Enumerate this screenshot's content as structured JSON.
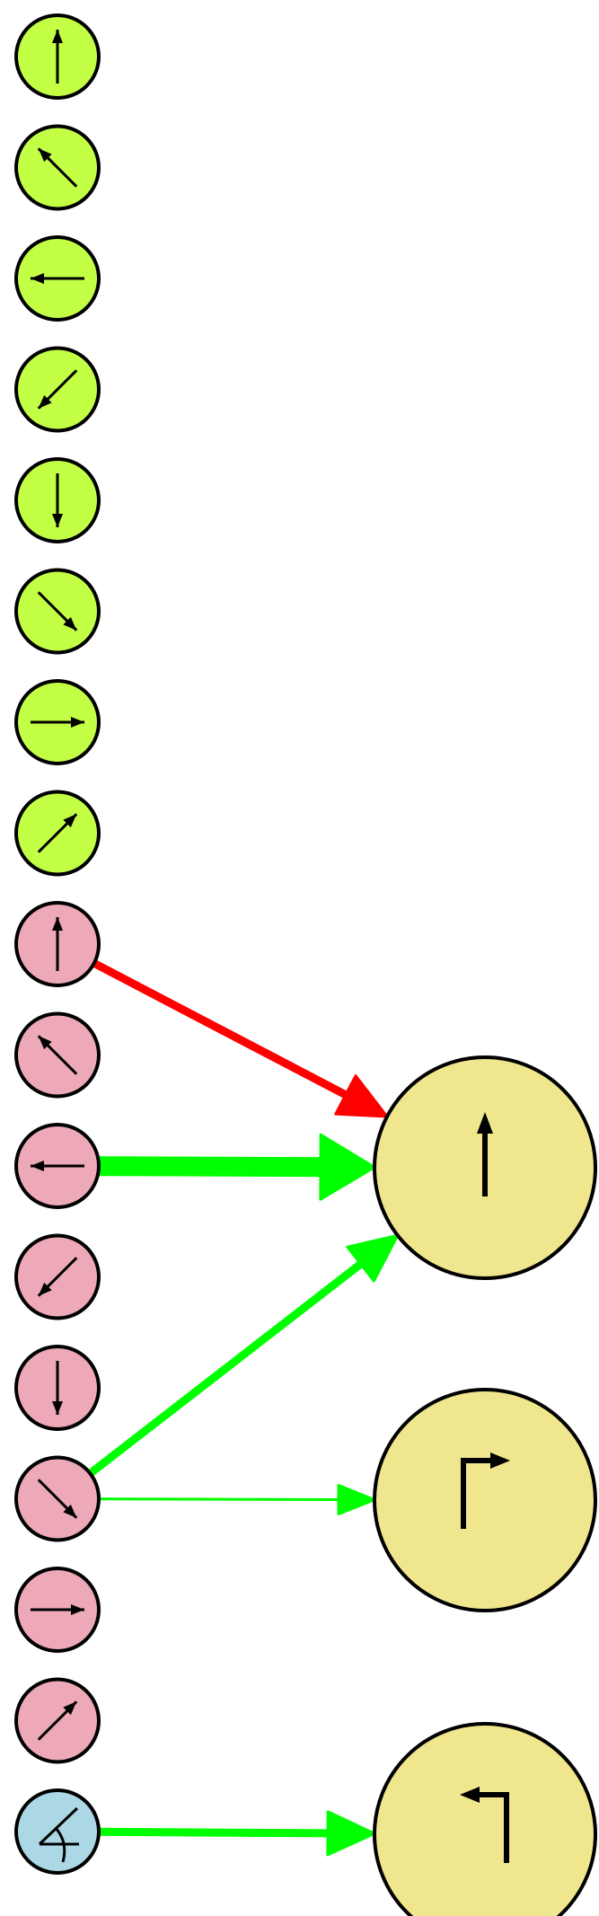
{
  "colors": {
    "group_green": "#c2ff45",
    "group_pink": "#eda9b7",
    "group_blue": "#acd8e6",
    "target": "#efe68e",
    "edge_red": "#ff0000",
    "edge_green": "#00ff00",
    "outline": "#000000"
  },
  "input_nodes": [
    {
      "id": "g-up",
      "group": "green",
      "icon": "arrow-up-icon"
    },
    {
      "id": "g-upleft",
      "group": "green",
      "icon": "arrow-up-left-icon"
    },
    {
      "id": "g-left",
      "group": "green",
      "icon": "arrow-left-icon"
    },
    {
      "id": "g-downleft",
      "group": "green",
      "icon": "arrow-down-left-icon"
    },
    {
      "id": "g-down",
      "group": "green",
      "icon": "arrow-down-icon"
    },
    {
      "id": "g-downright",
      "group": "green",
      "icon": "arrow-down-right-icon"
    },
    {
      "id": "g-right",
      "group": "green",
      "icon": "arrow-right-icon"
    },
    {
      "id": "g-upright",
      "group": "green",
      "icon": "arrow-up-right-icon"
    },
    {
      "id": "p-up",
      "group": "pink",
      "icon": "arrow-up-icon"
    },
    {
      "id": "p-upleft",
      "group": "pink",
      "icon": "arrow-up-left-icon"
    },
    {
      "id": "p-left",
      "group": "pink",
      "icon": "arrow-left-icon"
    },
    {
      "id": "p-downleft",
      "group": "pink",
      "icon": "arrow-down-left-icon"
    },
    {
      "id": "p-down",
      "group": "pink",
      "icon": "arrow-down-icon"
    },
    {
      "id": "p-downright",
      "group": "pink",
      "icon": "arrow-down-right-icon"
    },
    {
      "id": "p-right",
      "group": "pink",
      "icon": "arrow-right-icon"
    },
    {
      "id": "p-upright",
      "group": "pink",
      "icon": "arrow-up-right-icon"
    },
    {
      "id": "b-angle",
      "group": "blue",
      "icon": "angle-icon"
    }
  ],
  "output_nodes": [
    {
      "id": "o-forward",
      "icon": "go-straight-icon"
    },
    {
      "id": "o-turn-right",
      "icon": "turn-right-icon"
    },
    {
      "id": "o-turn-left",
      "icon": "turn-left-icon"
    }
  ],
  "edges": [
    {
      "from": "p-up",
      "to": "o-forward",
      "sign": "inhibitory",
      "color": "red",
      "weight": "medium"
    },
    {
      "from": "p-left",
      "to": "o-forward",
      "sign": "excitatory",
      "color": "green",
      "weight": "heavy"
    },
    {
      "from": "p-downright",
      "to": "o-forward",
      "sign": "excitatory",
      "color": "green",
      "weight": "medium"
    },
    {
      "from": "p-downright",
      "to": "o-turn-right",
      "sign": "excitatory",
      "color": "green",
      "weight": "light"
    },
    {
      "from": "b-angle",
      "to": "o-turn-left",
      "sign": "excitatory",
      "color": "green",
      "weight": "medium"
    }
  ]
}
